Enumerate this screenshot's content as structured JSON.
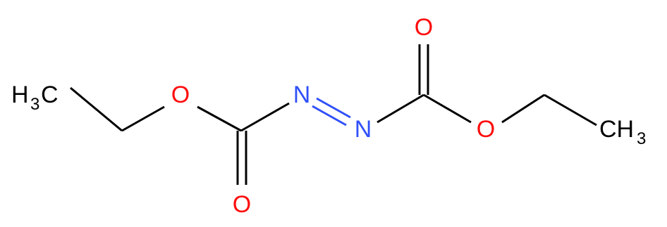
{
  "molecule": {
    "atoms": {
      "left_methyl": {
        "symbol": "H",
        "subscript": "3",
        "tail": "C"
      },
      "right_methyl": {
        "symbol": "CH",
        "subscript": "3"
      },
      "ether_o_left": "O",
      "carbonyl_o_left": "O",
      "n_left": "N",
      "n_right": "N",
      "carbonyl_o_right": "O",
      "ether_o_right": "O"
    },
    "colors": {
      "carbon": "#000000",
      "oxygen": "#ff0d0d",
      "nitrogen": "#3050f8",
      "bond": "#000000"
    }
  }
}
